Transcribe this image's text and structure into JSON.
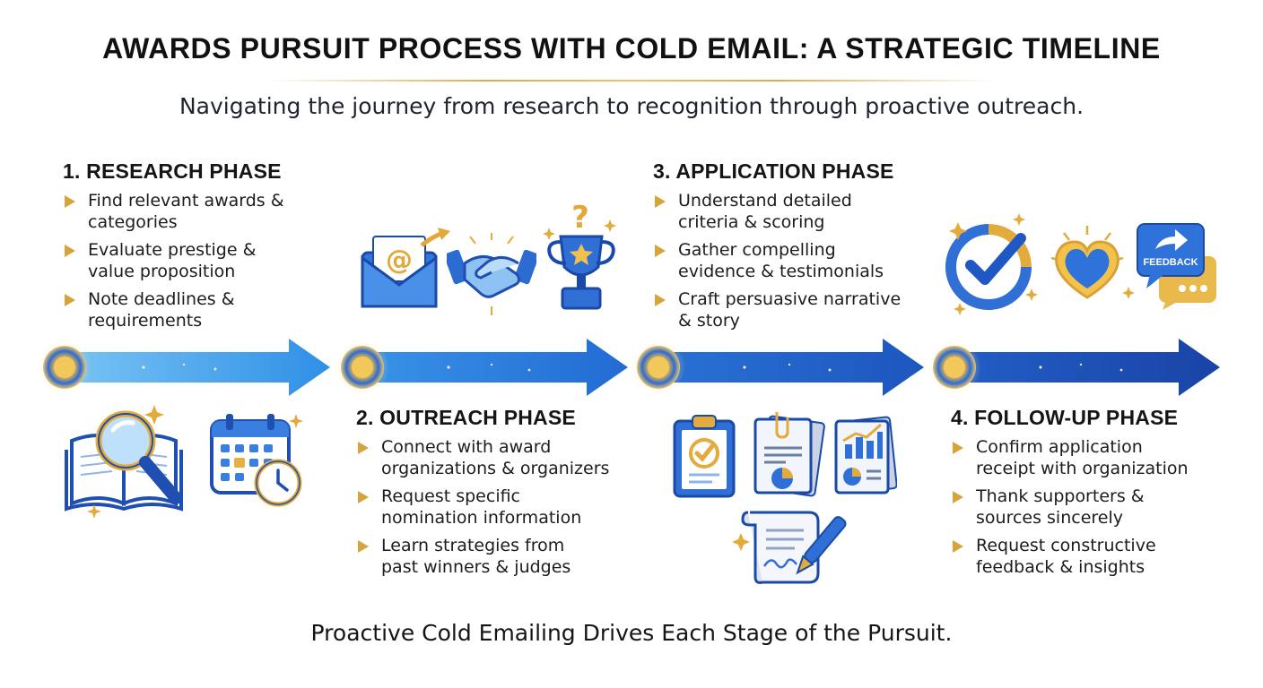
{
  "title": "AWARDS PURSUIT PROCESS WITH COLD EMAIL: A STRATEGIC TIMELINE",
  "subtitle": "Navigating the journey from research to recognition through proactive outreach.",
  "footer": "Proactive Cold Emailing Drives Each Stage of the Pursuit.",
  "colors": {
    "blue_light": "#5fb4f1",
    "blue_dark": "#1b45a8",
    "gold": "#d6a43b",
    "text": "#151515"
  },
  "phases": [
    {
      "title": "1. RESEARCH PHASE",
      "bullets": [
        "Find relevant awards &\ncategories",
        "Evaluate prestige &\nvalue proposition",
        "Note deadlines &\nrequirements"
      ],
      "icons": [
        "open-book-icon",
        "magnifying-glass-icon",
        "calendar-icon",
        "clock-icon"
      ]
    },
    {
      "title": "2. OUTREACH PHASE",
      "bullets": [
        "Connect with award\norganizations & organizers",
        "Request specific\nnomination information",
        "Learn strategies from\npast winners & judges"
      ],
      "icons": [
        "email-envelope-icon",
        "handshake-icon",
        "trophy-question-icon"
      ]
    },
    {
      "title": "3. APPLICATION PHASE",
      "bullets": [
        "Understand detailed\ncriteria & scoring",
        "Gather compelling\nevidence & testimonials",
        "Craft persuasive narrative\n& story"
      ],
      "icons": [
        "clipboard-check-icon",
        "document-pie-icon",
        "report-chart-icon",
        "signed-document-pen-icon"
      ]
    },
    {
      "title": "4. FOLLOW-UP PHASE",
      "bullets": [
        "Confirm application\nreceipt with organization",
        "Thank supporters &\nsources sincerely",
        "Request constructive\nfeedback & insights"
      ],
      "icons": [
        "checkmark-circle-icon",
        "heart-icon",
        "feedback-chat-icon"
      ]
    }
  ],
  "feedback_label": "FEEDBACK"
}
